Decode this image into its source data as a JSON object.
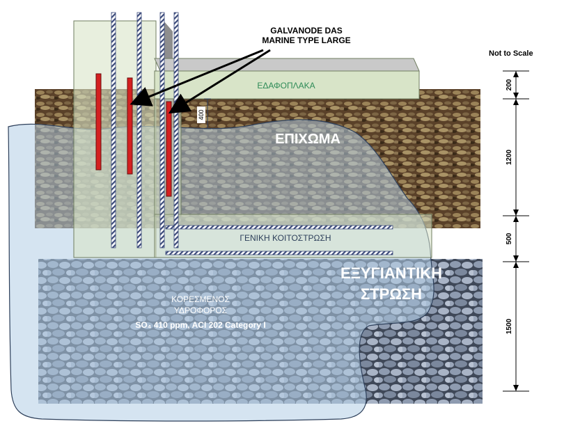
{
  "callout": {
    "line1": "GALVANODE DAS",
    "line2": "MARINE TYPE LARGE"
  },
  "scale_note": "Not to Scale",
  "labels": {
    "slab": "ΕΔΑΦΟΠΛΑΚΑ",
    "backfill": "ΕΠΙΧΩΜΑ",
    "lean_concrete": "ΓΕΝΙΚΗ ΚΟΙΤΟΣΤΡΩΣΗ",
    "improvement_line1": "ΕΞΥΓΙΑΝΤΙΚΗ",
    "improvement_line2": "ΣΤΡΩΣΗ",
    "aquifer_line1": "ΚΟΡΕΣΜΕΝΟΣ",
    "aquifer_line2": "ΥΔΡΟΦΟΡΟΣ",
    "aquifer_line3": "SO₄ 410 ppm, ACI 202 Category I",
    "anode_depth": "400"
  },
  "dimensions": [
    "200",
    "1200",
    "500",
    "1500"
  ],
  "colors": {
    "concrete": "#d8e4c8",
    "concrete_edge": "#6f7d60",
    "water": "#b3cde6",
    "water_edge": "#2d3f5a",
    "anode": "#d42020",
    "soil_dark": "#4a3622",
    "soil_light": "#9b8358",
    "gravel_base": "#6f7e95",
    "slab_label": "#2e8b57",
    "dim_line": "#000000"
  }
}
